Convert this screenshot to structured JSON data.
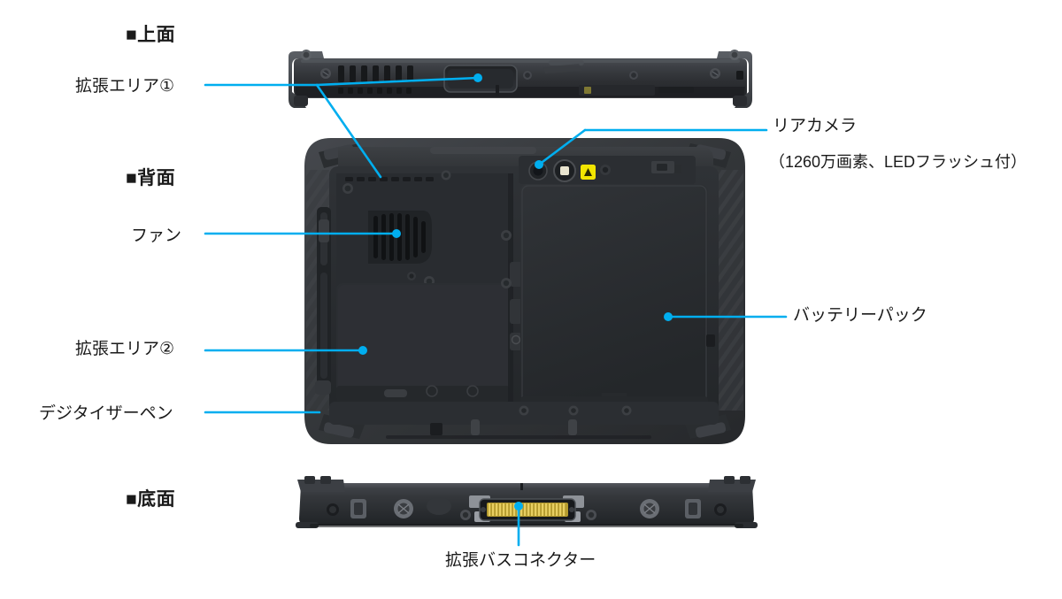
{
  "page": {
    "background": "#ffffff",
    "leader_color": "#00AEEF",
    "text_color": "#1a1a1a"
  },
  "sections": [
    {
      "id": "top",
      "label": "■上面"
    },
    {
      "id": "rear",
      "label": "■背面"
    },
    {
      "id": "bottom",
      "label": "■底面"
    }
  ],
  "callouts": [
    {
      "id": "expansion-area-1",
      "label": "拡張エリア①",
      "align": "right"
    },
    {
      "id": "fan",
      "label": "ファン",
      "align": "right"
    },
    {
      "id": "expansion-area-2",
      "label": "拡張エリア②",
      "align": "right"
    },
    {
      "id": "digitizer-pen",
      "label": "デジタイザーペン",
      "align": "right"
    },
    {
      "id": "rear-camera",
      "label": "リアカメラ",
      "align": "left"
    },
    {
      "id": "rear-camera-spec",
      "label": "（1260万画素、LEDフラッシュ付）",
      "align": "left"
    },
    {
      "id": "battery-pack",
      "label": "バッテリーパック",
      "align": "left"
    },
    {
      "id": "expansion-bus-connector",
      "label": "拡張バスコネクター",
      "align": "center"
    }
  ],
  "device": {
    "name": "rugged-tablet",
    "body_color": "#2b2d30",
    "bumper_color": "#3a3c40",
    "panel_color": "#232528",
    "accent_warning_color": "#f2e500",
    "connector_pin_color": "#d8b63a",
    "screw_color": "#55585c"
  },
  "views": [
    {
      "id": "top-view",
      "caption_ref": "sections.0.label"
    },
    {
      "id": "rear-view",
      "caption_ref": "sections.1.label"
    },
    {
      "id": "bottom-view",
      "caption_ref": "sections.2.label"
    }
  ]
}
